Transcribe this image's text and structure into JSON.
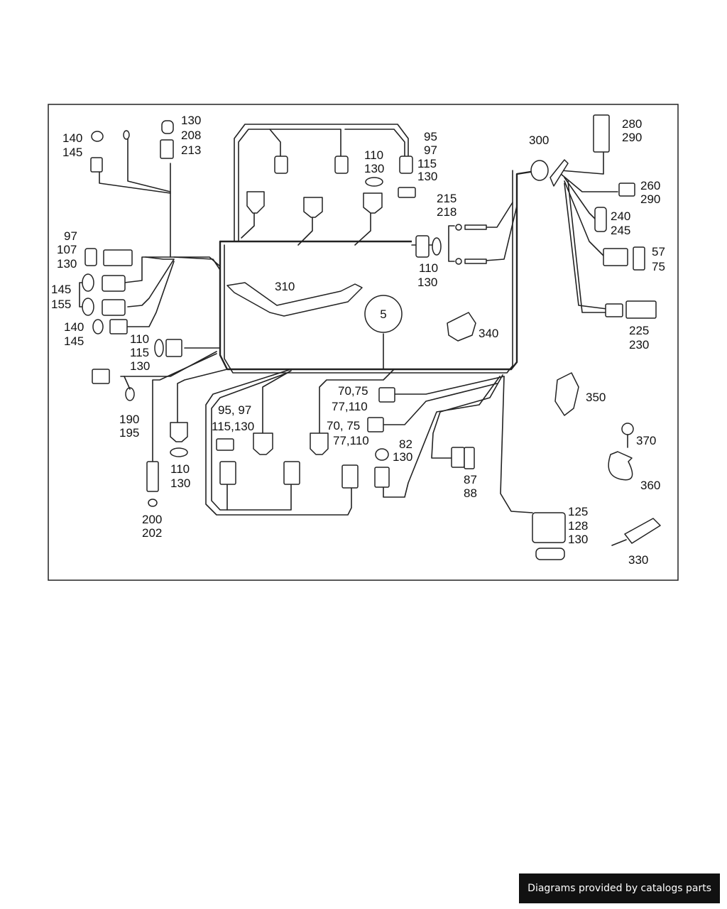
{
  "footer": {
    "text": "Diagrams provided by catalogs parts"
  },
  "callouts": [
    {
      "id": "c130a",
      "lines": [
        "130",
        "208",
        "213"
      ]
    },
    {
      "id": "c140a",
      "lines": [
        "140",
        "145"
      ]
    },
    {
      "id": "c95",
      "lines": [
        "95",
        "97",
        "115",
        "130"
      ]
    },
    {
      "id": "c110a",
      "lines": [
        "110",
        "130"
      ]
    },
    {
      "id": "c280",
      "lines": [
        "280",
        "290"
      ]
    },
    {
      "id": "c300",
      "lines": [
        "300"
      ]
    },
    {
      "id": "c260",
      "lines": [
        "260",
        "290"
      ]
    },
    {
      "id": "c215",
      "lines": [
        "215",
        "218"
      ]
    },
    {
      "id": "c240",
      "lines": [
        "240",
        "245"
      ]
    },
    {
      "id": "c57",
      "lines": [
        "57",
        "75"
      ]
    },
    {
      "id": "c97",
      "lines": [
        "97",
        "107",
        "130"
      ]
    },
    {
      "id": "c110b",
      "lines": [
        "110",
        "130"
      ]
    },
    {
      "id": "c145",
      "lines": [
        "145",
        "155"
      ]
    },
    {
      "id": "c310",
      "lines": [
        "310"
      ]
    },
    {
      "id": "c5",
      "lines": [
        "5"
      ]
    },
    {
      "id": "c140b",
      "lines": [
        "140",
        "145"
      ]
    },
    {
      "id": "c340",
      "lines": [
        "340"
      ]
    },
    {
      "id": "c225",
      "lines": [
        "225",
        "230"
      ]
    },
    {
      "id": "c110c",
      "lines": [
        "110",
        "115",
        "130"
      ]
    },
    {
      "id": "c190",
      "lines": [
        "190",
        "195"
      ]
    },
    {
      "id": "c7075a",
      "lines": [
        "70,75",
        "77,110"
      ]
    },
    {
      "id": "c350",
      "lines": [
        "350"
      ]
    },
    {
      "id": "c9597b",
      "lines": [
        "95, 97",
        "115,130"
      ]
    },
    {
      "id": "c7075b",
      "lines": [
        "70, 75",
        "77,110"
      ]
    },
    {
      "id": "c370",
      "lines": [
        "370"
      ]
    },
    {
      "id": "c82",
      "lines": [
        "82",
        "130"
      ]
    },
    {
      "id": "c110d",
      "lines": [
        "110",
        "130"
      ]
    },
    {
      "id": "c87",
      "lines": [
        "87",
        "88"
      ]
    },
    {
      "id": "c360",
      "lines": [
        "360"
      ]
    },
    {
      "id": "c200",
      "lines": [
        "200",
        "202"
      ]
    },
    {
      "id": "c125",
      "lines": [
        "125",
        "128",
        "130"
      ]
    },
    {
      "id": "c330",
      "lines": [
        "330"
      ]
    }
  ]
}
